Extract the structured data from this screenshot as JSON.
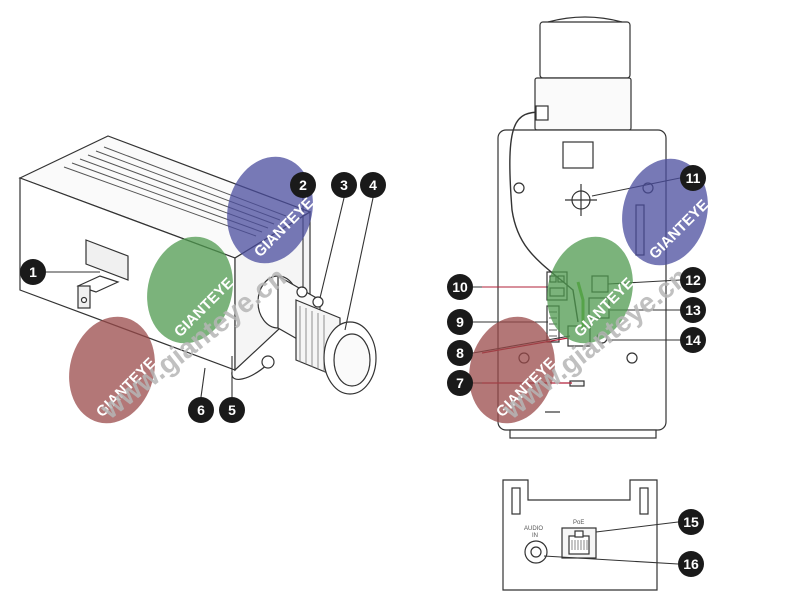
{
  "callouts": [
    "1",
    "2",
    "3",
    "4",
    "5",
    "6",
    "7",
    "8",
    "9",
    "10",
    "11",
    "12",
    "13",
    "14",
    "15",
    "16"
  ],
  "labels": {
    "poe": "PoE",
    "audio_in_line1": "AUDIO",
    "audio_in_line2": "IN"
  },
  "watermark": {
    "brand": "GIANTEYE",
    "site": "www.gianteye.cn"
  },
  "colors": {
    "callout_fill": "#1a1a1a",
    "line": "#333333",
    "wm_purple": "#4a4c9e",
    "wm_green": "#4f9a4f",
    "wm_red": "#9a4a4a",
    "accent_red": "#b2223a",
    "accent_green": "#6dbf3a"
  }
}
